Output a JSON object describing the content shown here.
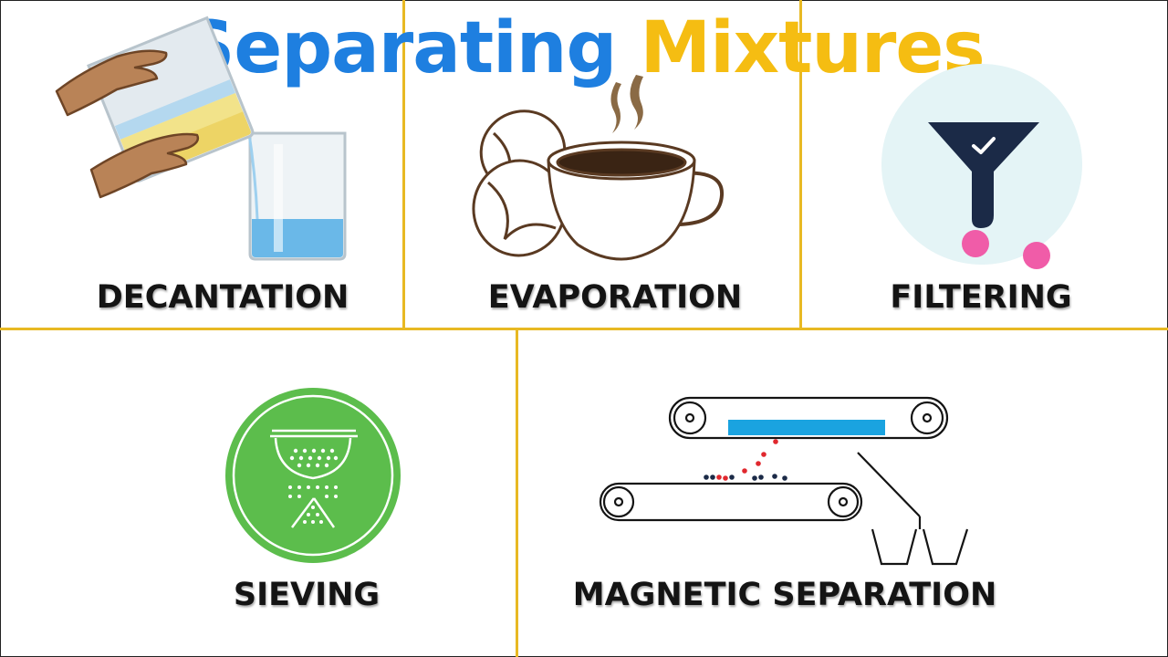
{
  "title": {
    "word1": "Separating",
    "word2": "Mixtures"
  },
  "panels": [
    {
      "label": "DECANTATION"
    },
    {
      "label": "EVAPORATION"
    },
    {
      "label": "FILTERING"
    },
    {
      "label": "SIEVING"
    },
    {
      "label": "MAGNETIC SEPARATION"
    }
  ],
  "colors": {
    "title_blue": "#1e7fe0",
    "title_yellow": "#f5bd12",
    "divider": "#e8b923",
    "sieve_green": "#5cbd4c",
    "magnet_blue": "#1aa3e0",
    "funnel_navy": "#1b2a47",
    "particle_pink": "#f05ca8"
  }
}
